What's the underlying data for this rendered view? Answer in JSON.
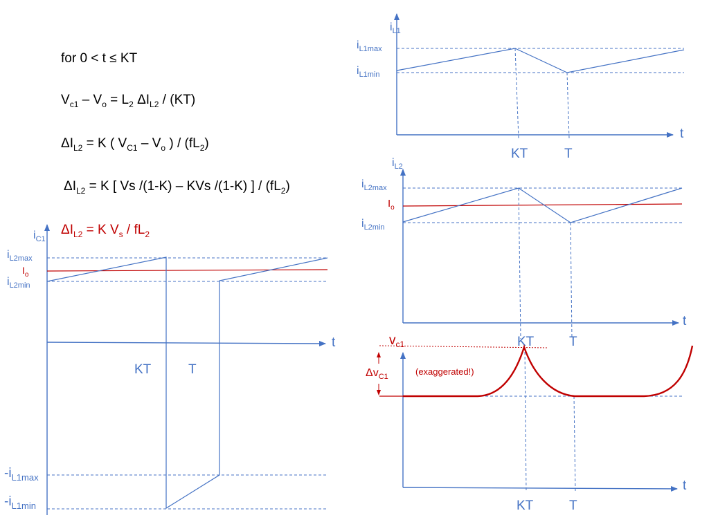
{
  "equations": {
    "line1": "for 0 < t ≤ KT",
    "line2": {
      "a": "V",
      "a_sub": "c1",
      "b": " – V",
      "b_sub": "o",
      "c": " = L",
      "c_sub": "2",
      "d": " ΔI",
      "d_sub": "L2",
      "e": " / (KT)"
    },
    "line3": {
      "a": "ΔI",
      "a_sub": "L2",
      "b": " = K ( V",
      "b_sub": "C1",
      "c": " – V",
      "c_sub": "o",
      "d": " ) / (fL",
      "d_sub": "2",
      "e": ")"
    },
    "line4": {
      "a": "ΔI",
      "a_sub": "L2",
      "b": " = K [ Vs /(1-K) – KVs /(1-K) ] / (fL",
      "b_sub": "2",
      "c": ")"
    },
    "line5": {
      "a": "ΔI",
      "a_sub": "L2",
      "b": " = K V",
      "b_sub": "s",
      "c": " / fL",
      "c_sub": "2"
    }
  },
  "plot_iL1": {
    "ylabel": "i",
    "ylabel_sub": "L1",
    "max_label": "i",
    "max_sub": "L1max",
    "min_label": "i",
    "min_sub": "L1min",
    "xlabel": "t",
    "kt_label": "KT",
    "t_label": "T"
  },
  "plot_iL2": {
    "ylabel": "i",
    "ylabel_sub": "L2",
    "max_label": "i",
    "max_sub": "L2max",
    "io_label": "I",
    "io_sub": "o",
    "min_label": "i",
    "min_sub": "L2min",
    "xlabel": "t",
    "kt_label": "KT",
    "t_label": "T"
  },
  "plot_vc1": {
    "ylabel": "v",
    "ylabel_sub": "c1",
    "delta_label": "Δv",
    "delta_sub": "C1",
    "note": "(exaggerated!)",
    "xlabel": "t",
    "kt_label": "KT",
    "t_label": "T"
  },
  "plot_iC1": {
    "ylabel": "i",
    "ylabel_sub": "C1",
    "max_label": "i",
    "max_sub": "L2max",
    "io_label": "I",
    "io_sub": "o",
    "min_label": "i",
    "min_sub": "L2min",
    "neg_max_label": "-i",
    "neg_max_sub": "L1max",
    "neg_min_label": "-i",
    "neg_min_sub": "L1min",
    "xlabel": "t",
    "kt_label": "KT",
    "t_label": "T"
  },
  "colors": {
    "blue": "#4472c4",
    "red": "#c00000",
    "text": "#000000"
  }
}
